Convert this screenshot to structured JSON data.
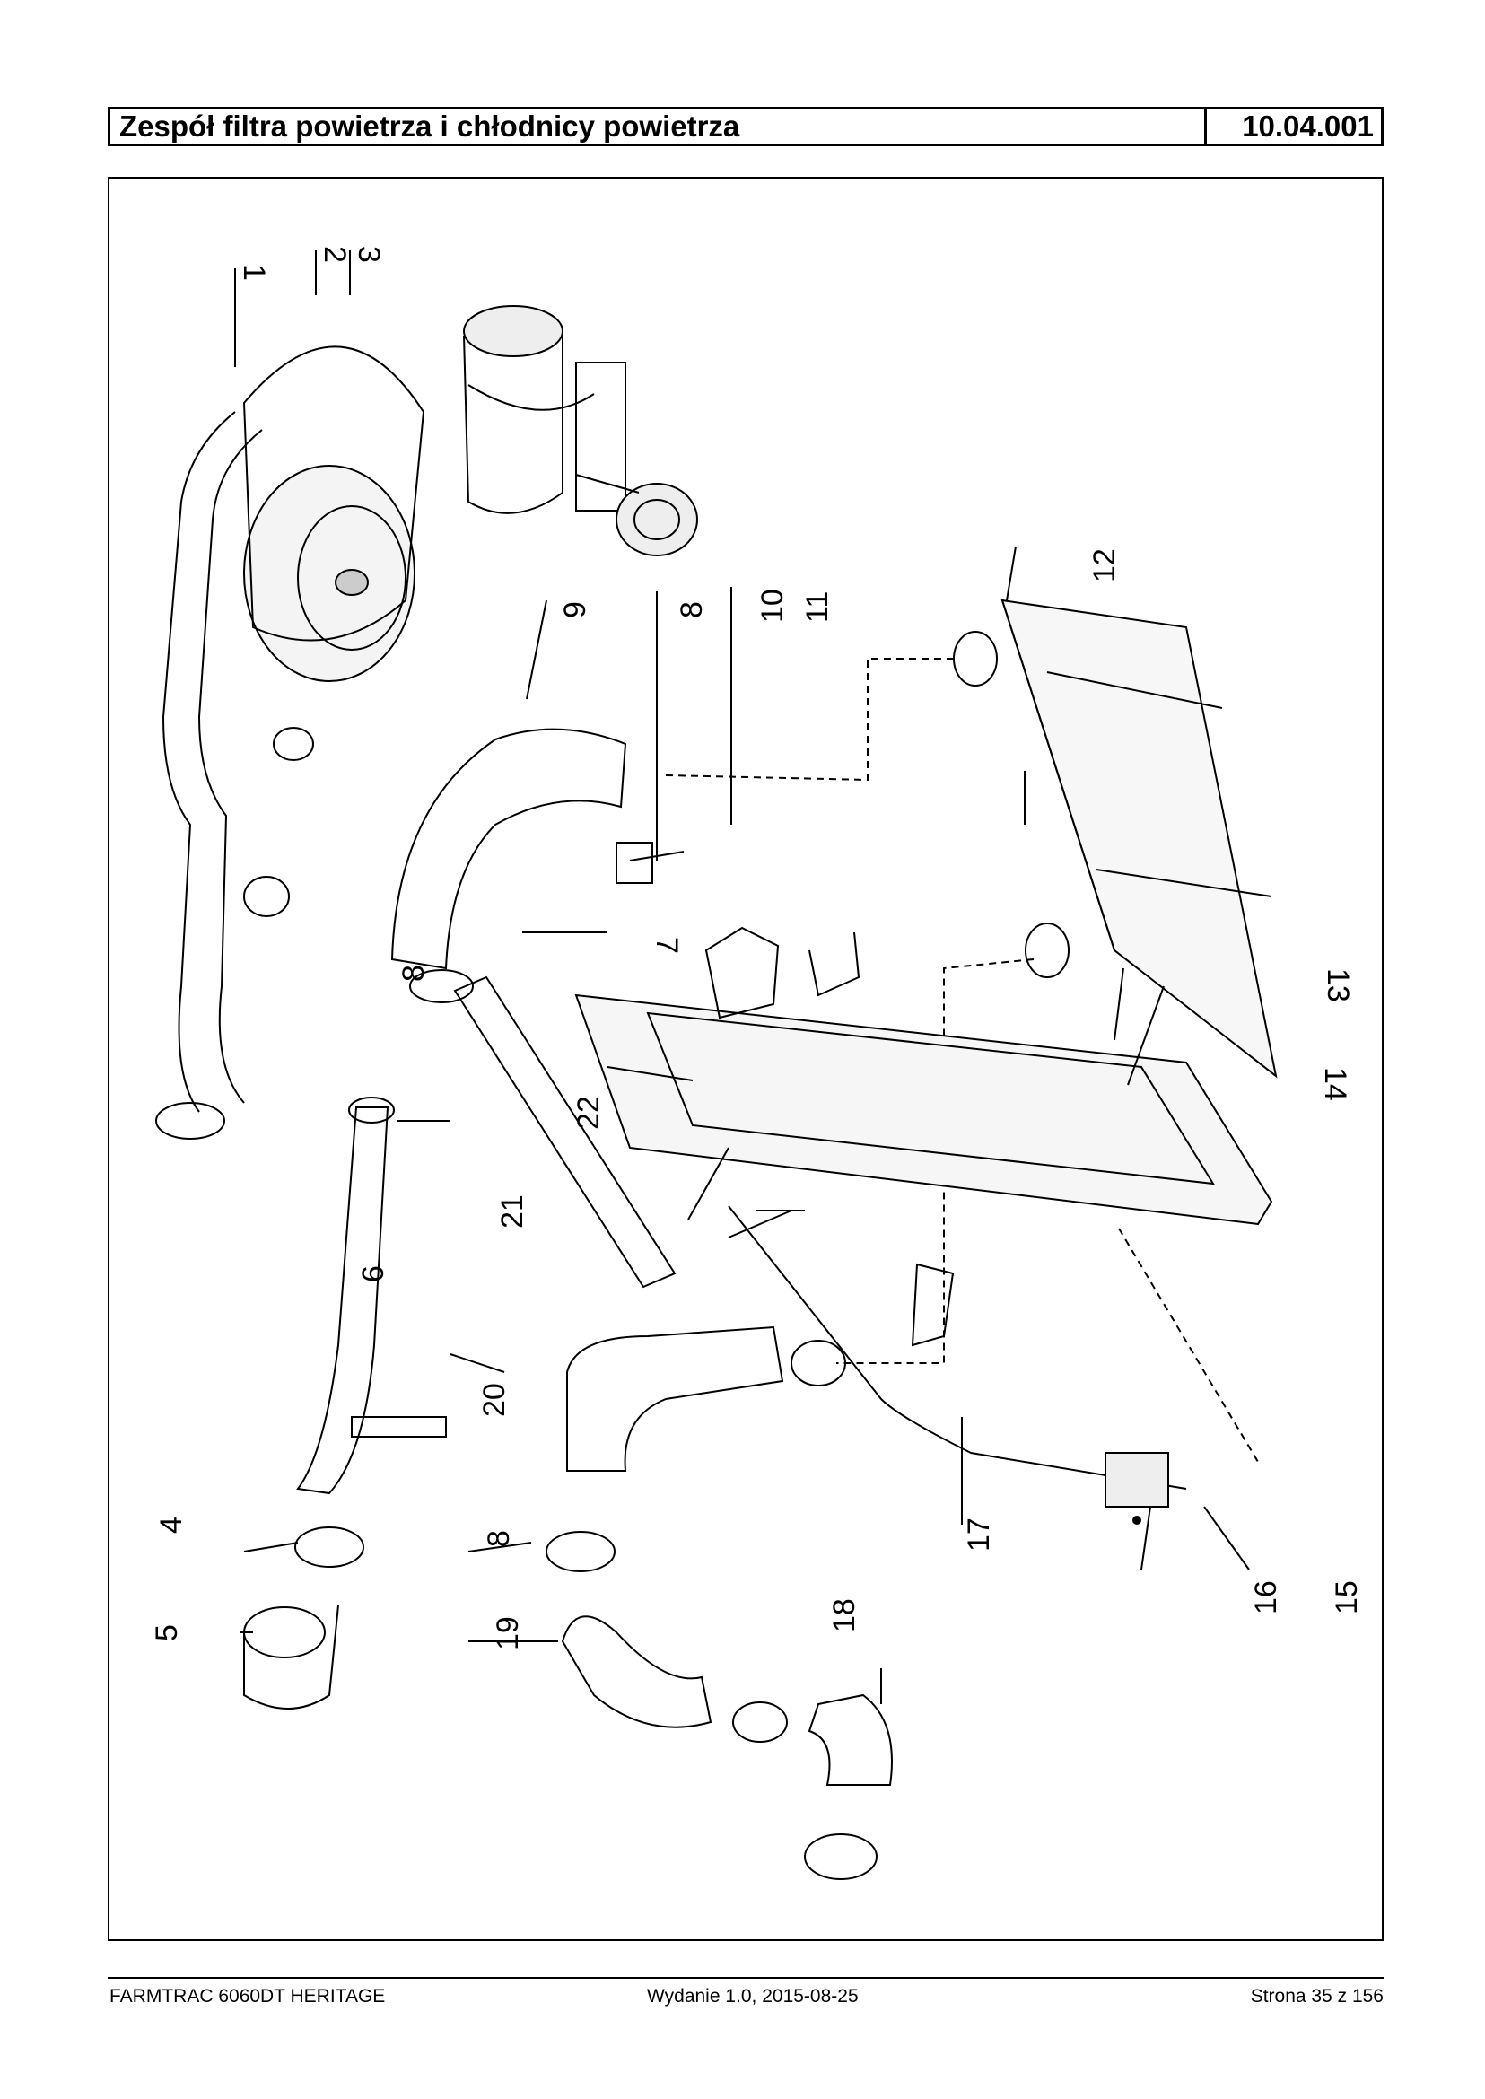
{
  "header": {
    "title": "Zespół filtra powietrza i chłodnicy powietrza",
    "code": "10.04.001"
  },
  "diagram": {
    "callouts": [
      "1",
      "2",
      "3",
      "4",
      "5",
      "6",
      "7",
      "8",
      "8",
      "8",
      "9",
      "10",
      "11",
      "12",
      "13",
      "14",
      "15",
      "16",
      "17",
      "18",
      "19",
      "20",
      "21",
      "22"
    ]
  },
  "footer": {
    "model": "FARMTRAC 6060DT HERITAGE",
    "edition": "Wydanie 1.0,  2015-08-25",
    "page": "Strona 35 z 156"
  }
}
